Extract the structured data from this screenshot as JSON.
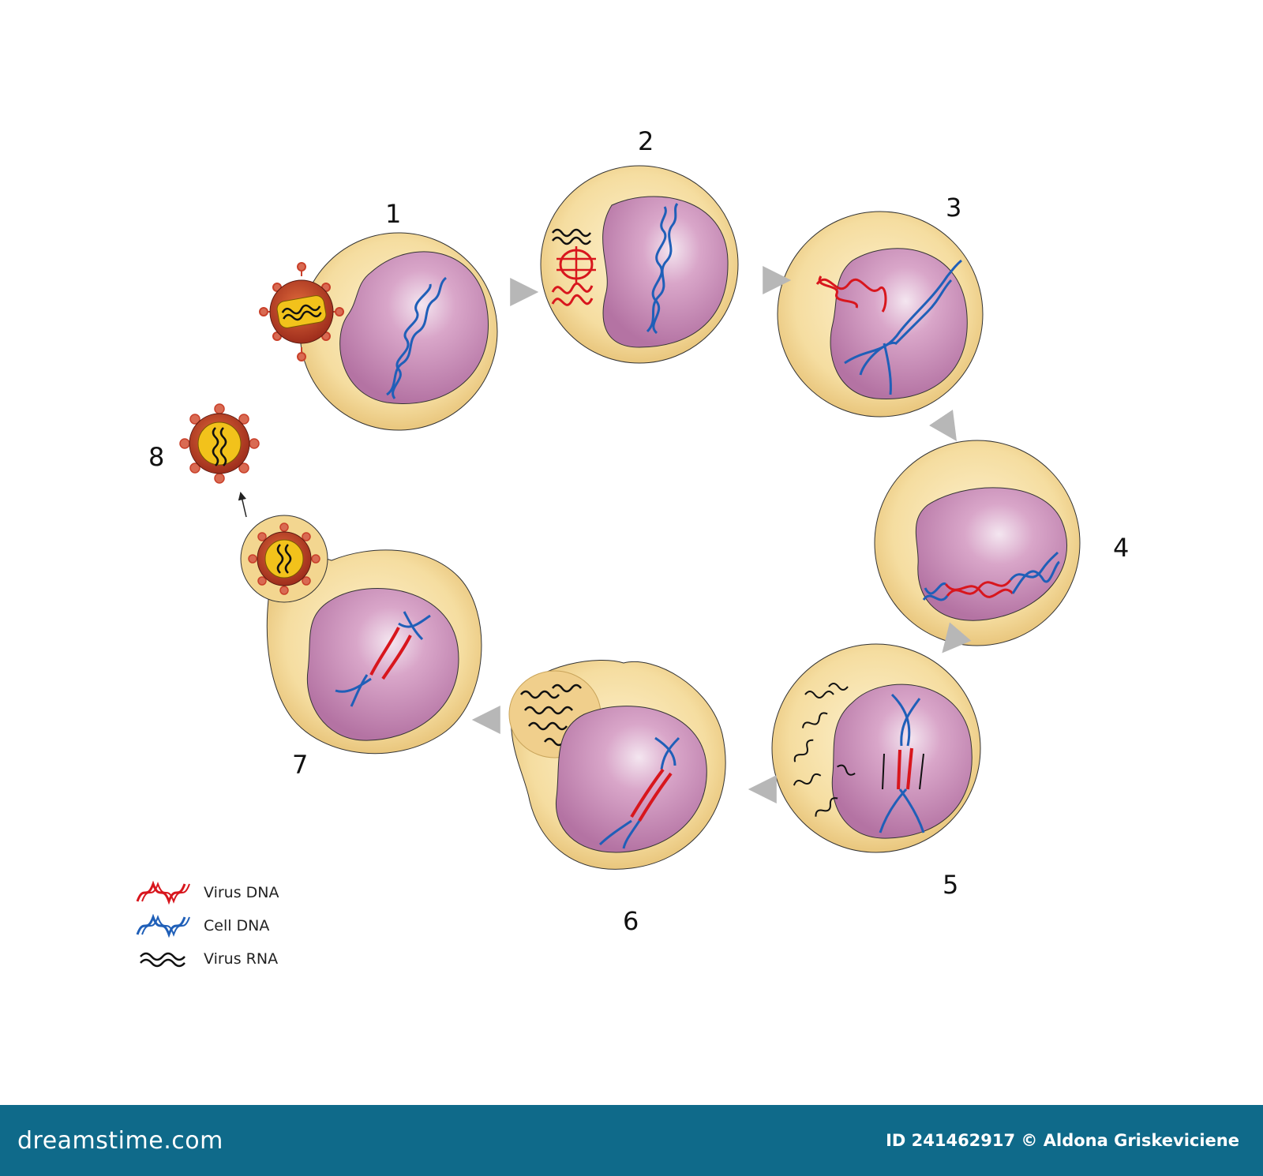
{
  "steps": [
    "1",
    "2",
    "3",
    "4",
    "5",
    "6",
    "7",
    "8"
  ],
  "legend": {
    "virus_dna": "Virus DNA",
    "cell_dna": "Cell DNA",
    "virus_rna": "Virus RNA"
  },
  "colors": {
    "virus_dna": "#d8161d",
    "cell_dna": "#1f5fb8",
    "virus_rna": "#111111",
    "cytoplasm": "#f7e2aa",
    "nucleus": "#c887b4",
    "capsid": "#c9402a",
    "core": "#f2c21b",
    "footer": "#0f6a8a"
  },
  "footer": {
    "brand": "dreamstime.com",
    "credit": "ID 241462917 © Aldona Griskeviciene"
  }
}
